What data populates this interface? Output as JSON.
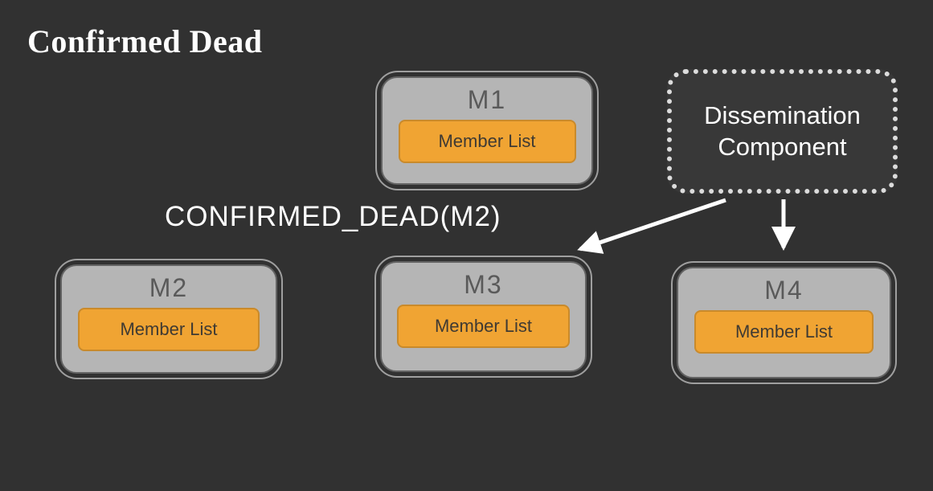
{
  "title": "Confirmed Dead",
  "event_label": "CONFIRMED_DEAD(M2)",
  "dissemination": {
    "line1": "Dissemination",
    "line2": "Component"
  },
  "nodes": [
    {
      "id": "M1",
      "member_list": "Member List"
    },
    {
      "id": "M2",
      "member_list": "Member List"
    },
    {
      "id": "M3",
      "member_list": "Member List"
    },
    {
      "id": "M4",
      "member_list": "Member List"
    }
  ],
  "colors": {
    "background": "#313131",
    "node_fill": "#b5b5b5",
    "member_list_fill": "#f0a433",
    "arrow": "#ffffff",
    "text_light": "#ffffff",
    "node_text": "#5a5a5a"
  }
}
